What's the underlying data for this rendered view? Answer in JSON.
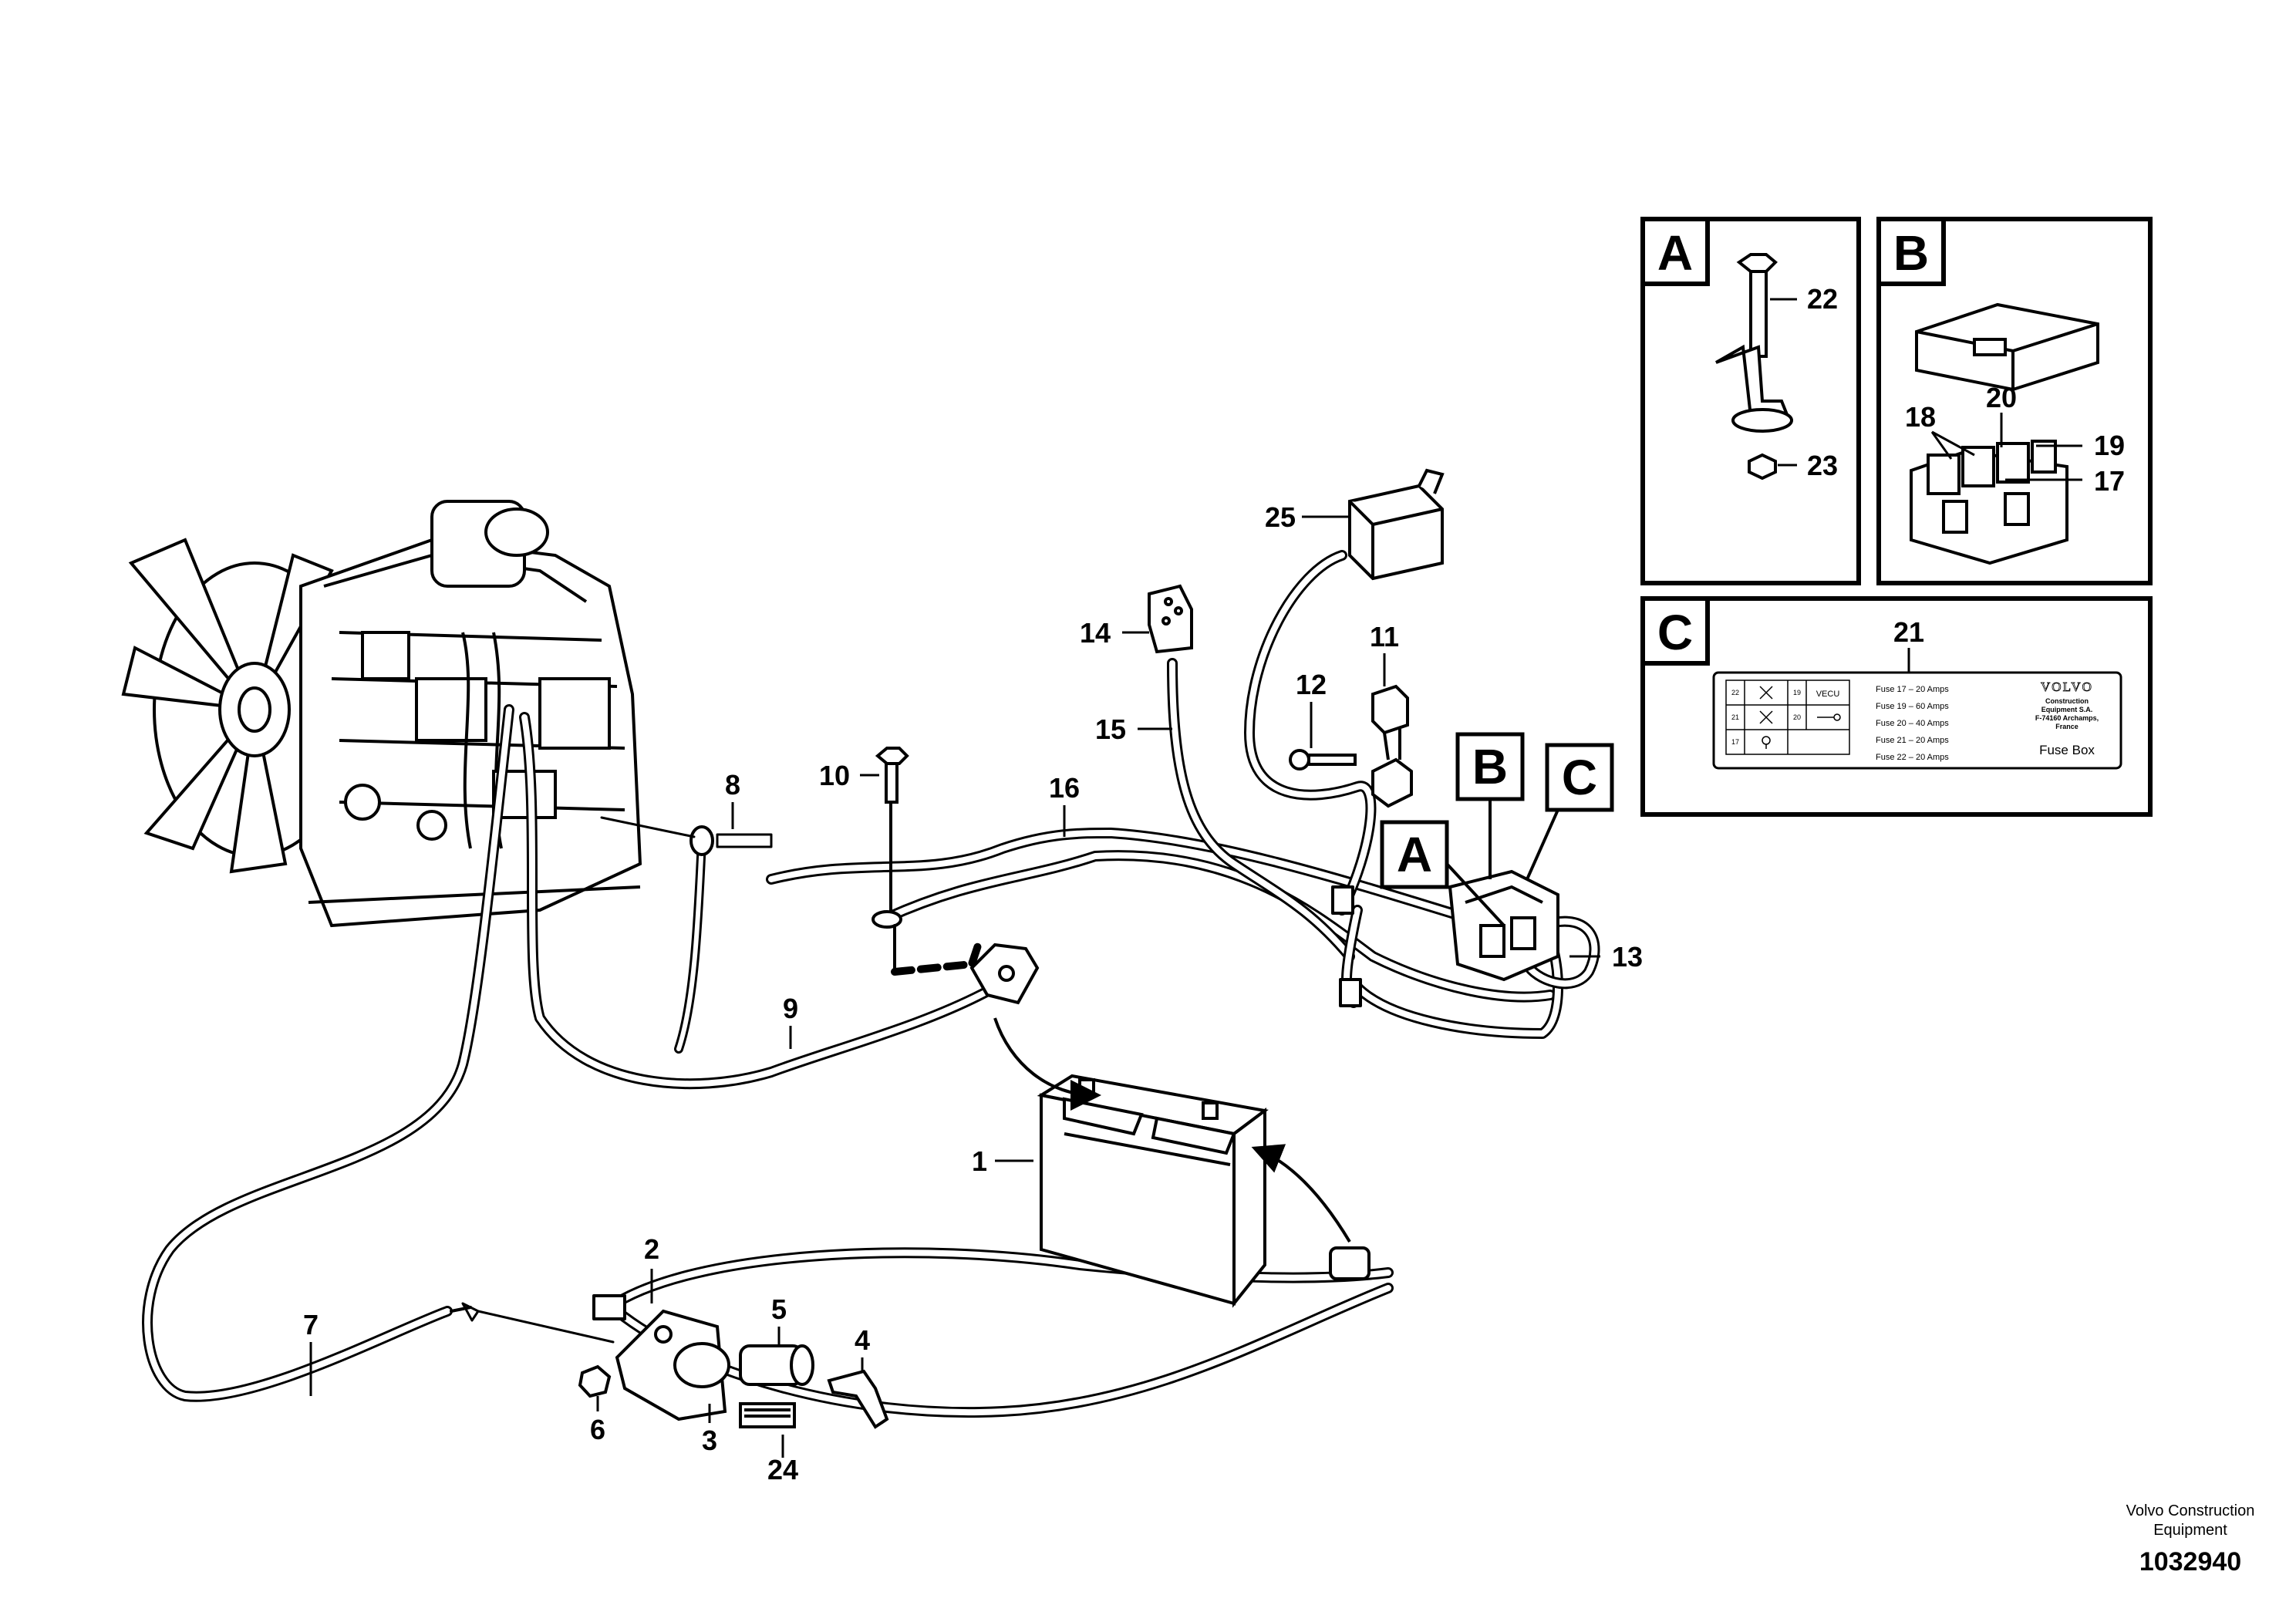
{
  "callouts": {
    "c1": "1",
    "c2": "2",
    "c3": "3",
    "c4": "4",
    "c5": "5",
    "c6": "6",
    "c7": "7",
    "c8": "8",
    "c9": "9",
    "c10": "10",
    "c11": "11",
    "c12": "12",
    "c13": "13",
    "c14": "14",
    "c15": "15",
    "c16": "16",
    "c17": "17",
    "c18": "18",
    "c19": "19",
    "c20": "20",
    "c21": "21",
    "c22": "22",
    "c23": "23",
    "c24": "24",
    "c25": "25"
  },
  "detail_markers": {
    "a": "A",
    "b": "B",
    "c": "C"
  },
  "fuse_label": {
    "vecu": "VECU",
    "cells": [
      "22",
      "19",
      "21",
      "20",
      "17"
    ],
    "fuses": [
      "Fuse 17 – 20 Amps",
      "Fuse 19 – 60 Amps",
      "Fuse 20 – 40 Amps",
      "Fuse 21 – 20 Amps",
      "Fuse 22 – 20 Amps"
    ],
    "brand": "VOLVO",
    "company_lines": [
      "Construction",
      "Equipment S.A.",
      "F-74160 Archamps,",
      "France"
    ],
    "title": "Fuse Box"
  },
  "footer": {
    "company": [
      "Volvo Construction",
      "Equipment"
    ],
    "code": "1032940"
  }
}
